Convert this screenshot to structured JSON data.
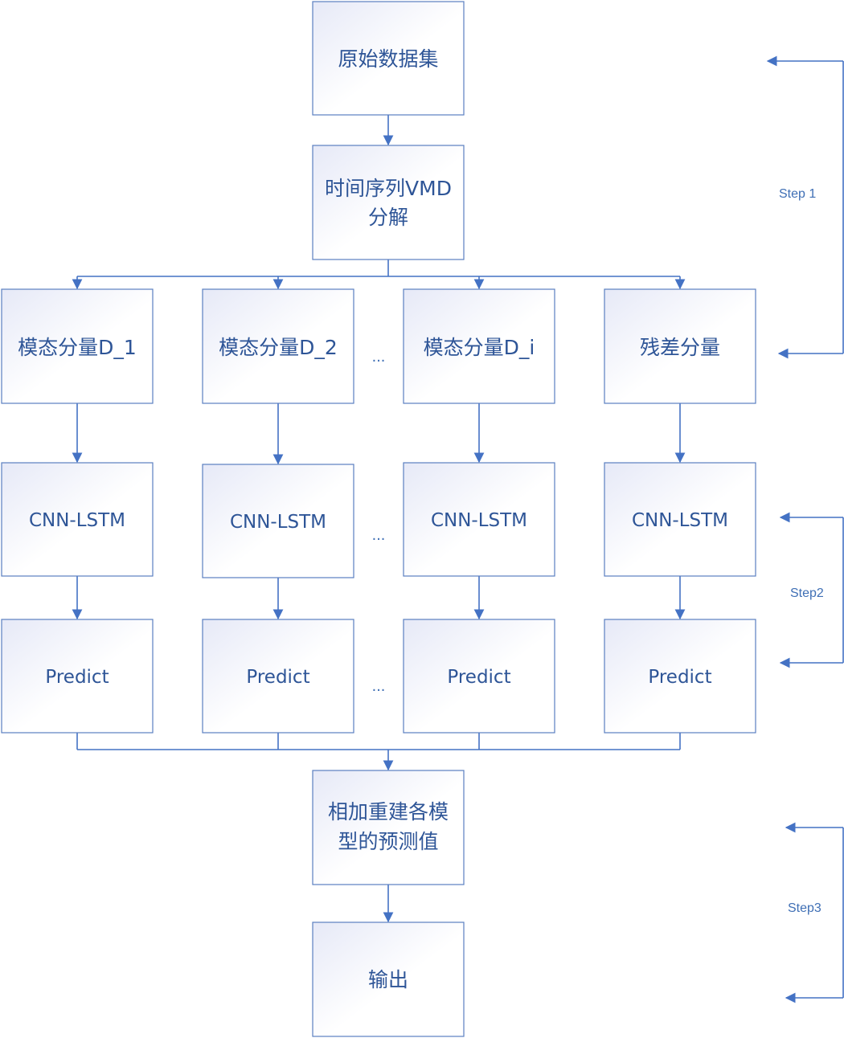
{
  "nodes": {
    "dataset": "原始数据集",
    "vmd_line1": "时间序列VMD",
    "vmd_line2": "分解",
    "mode1": "模态分量D_1",
    "mode2": "模态分量D_2",
    "modei": "模态分量D_i",
    "residual": "残差分量",
    "cnn_lstm": "CNN-LSTM",
    "predict": "Predict",
    "reconstruct_line1": "相加重建各模",
    "reconstruct_line2": "型的预测值",
    "output": "输出"
  },
  "ellipsis": "...",
  "steps": {
    "step1": "Step 1",
    "step2": "Step2",
    "step3": "Step3"
  },
  "colors": {
    "box_border": "#5a7fc0",
    "line": "#4472c4",
    "text": "#2e5597"
  }
}
